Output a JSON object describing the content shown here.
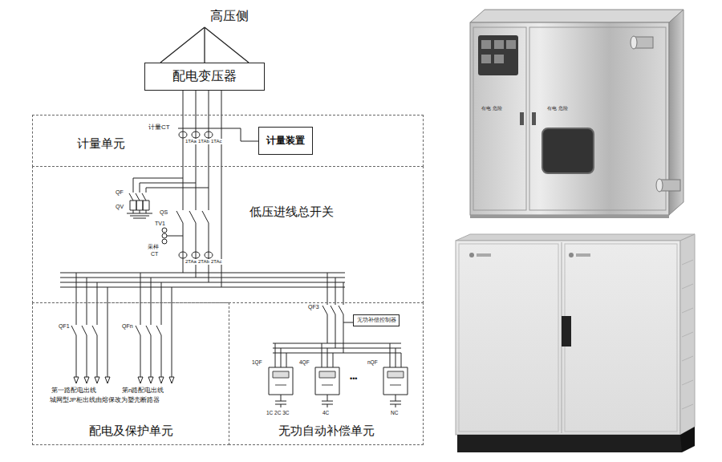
{
  "diagram": {
    "nodes": [
      {
        "text": [
          "配电变压器"
        ]
      },
      {
        "text": [
          "计量单元"
        ]
      },
      {
        "text": [
          "计量装置"
        ],
        "in": 1
      },
      {
        "text": [
          "低压进线总开关"
        ]
      },
      {
        "text": [
          "配电及保护单元"
        ]
      },
      {
        "text": [
          "无功自动补偿单元"
        ]
      },
      {
        "text": [
          "无功补偿控制器"
        ],
        "in": 5
      }
    ],
    "edges": [
      {
        "from": 0,
        "to": 1,
        "arrow": "none"
      }
    ],
    "labels": [
      "高压侧",
      "计量CT",
      "1TAa",
      "1TAb",
      "1TAc",
      "QF",
      "QV",
      "QS",
      "TV1",
      "采样",
      "CT",
      "2TAa",
      "2TAb",
      "2TAc",
      "QF1",
      "QFn",
      "QF3",
      "第一路配电出线",
      "第n路配电出线",
      "城网型JP柜出线由熔保改为塑壳断路器",
      "1QF",
      "4QF",
      "nQF",
      "1C 2C 3C",
      "4C",
      "NC",
      "•••",
      "有电 危险",
      "有电 危险"
    ]
  }
}
